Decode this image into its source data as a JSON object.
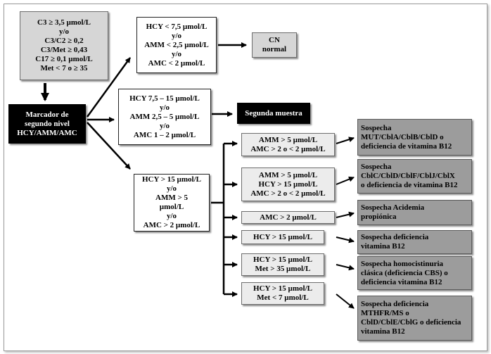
{
  "criteria_box": {
    "lines": [
      "C3 ≥ 3,5 µmol/L",
      "y/o",
      "C3/C2 ≥ 0,2",
      "C3/Met ≥ 0,43",
      "C17 ≥ 0,1 µmol/L",
      "Met < 7 o ≥ 35"
    ]
  },
  "marker_box": {
    "lines": [
      "Marcador de",
      "segundo nivel",
      "HCY/AMM/AMC"
    ]
  },
  "low_box": {
    "lines": [
      "HCY < 7,5 µmol/L",
      "y/o",
      "AMM < 2,5 µmol/L",
      "y/o",
      "AMC < 2 µmol/L"
    ]
  },
  "normal_box": {
    "lines": [
      "CN",
      "normal"
    ]
  },
  "mid_box": {
    "lines": [
      "HCY 7,5 – 15 µmol/L",
      "y/o",
      "AMM 2,5 – 5 µmol/L",
      "y/o",
      "AMC 1 – 2 µmol/L"
    ]
  },
  "second_sample_box": {
    "lines": [
      "Segunda muestra"
    ]
  },
  "high_box": {
    "lines": [
      "HCY > 15 µmol/L",
      "y/o",
      "AMM > 5",
      "µmol/L",
      "y/o",
      "AMC > 2 µmol/L"
    ]
  },
  "conditions": [
    {
      "lines": [
        "AMM > 5 µmol/L",
        "AMC > 2 o < 2  µmol/L"
      ]
    },
    {
      "lines": [
        "AMM > 5 µmol/L",
        "HCY > 15 µmol/L",
        "AMC > 2 o < 2 µmol/L"
      ]
    },
    {
      "lines": [
        "AMC > 2 µmol/L"
      ]
    },
    {
      "lines": [
        "HCY > 15 µmol/L"
      ]
    },
    {
      "lines": [
        "HCY > 15 µmol/L",
        "Met > 35 µmol/L"
      ]
    },
    {
      "lines": [
        "HCY > 15 µmol/L",
        "Met < 7 µmol/L"
      ]
    }
  ],
  "outcomes": [
    {
      "lines": [
        "Sospecha",
        "MUT/CblA/CblB/CblD o",
        "deficiencia de vitamina B12"
      ]
    },
    {
      "lines": [
        "Sospecha",
        "CblC/CblD/CblF/CblJ/CblX",
        "o deficiencia de vitamina B12"
      ]
    },
    {
      "lines": [
        "Sospecha Acidemia",
        "propiónica"
      ]
    },
    {
      "lines": [
        "Sospecha deficiencia",
        "vitamina B12"
      ]
    },
    {
      "lines": [
        "Sospecha homocistinuria",
        "clásica (deficiencia CBS)  o",
        "deficiencia vitamina B12"
      ]
    },
    {
      "lines": [
        "Sospecha deficiencia",
        "MTHFR/MS o",
        "CblD/CblE/CblG o deficiencia",
        "vitamina B12"
      ]
    }
  ]
}
